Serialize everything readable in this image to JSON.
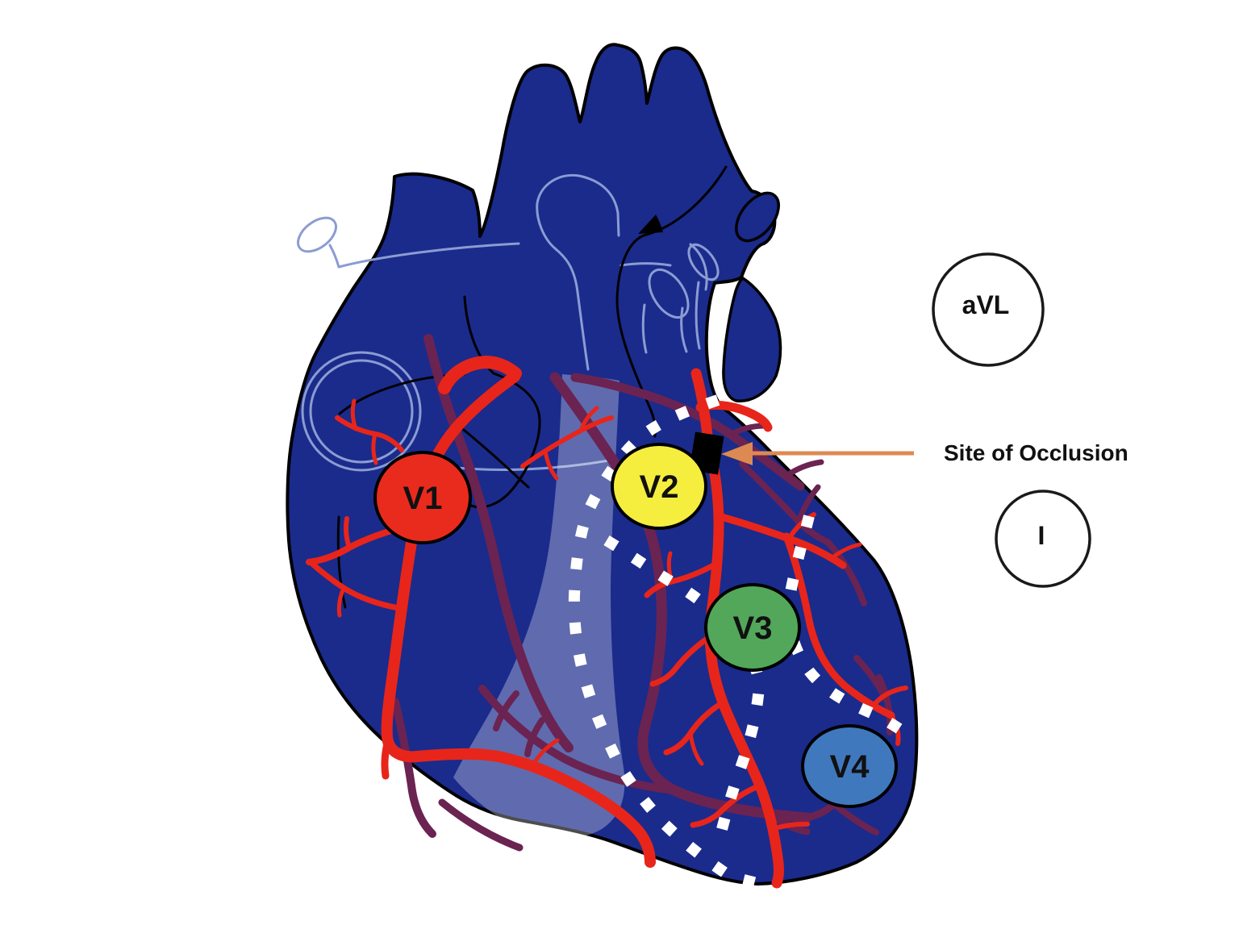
{
  "leads": {
    "v1": {
      "label": "V1",
      "fill": "#e92b1e"
    },
    "v2": {
      "label": "V2",
      "fill": "#f6ee3f"
    },
    "v3": {
      "label": "V3",
      "fill": "#53a75b"
    },
    "v4": {
      "label": "V4",
      "fill": "#4078be"
    },
    "avl": {
      "label": "aVL",
      "fill": "#ffffff"
    },
    "lead_i": {
      "label": "I",
      "fill": "#ffffff"
    }
  },
  "annotation": {
    "label": "Site of Occlusion",
    "arrow_color": "#dc8a52"
  },
  "colors": {
    "background": "#ffffff",
    "heart_body": "#1a2b8c",
    "outline": "#000000",
    "coronary_artery": "#e8251a",
    "cardiac_vein": "#6b2352",
    "light_outline": "#8c9cd2",
    "territory_border": "#ffffff",
    "occlusion": "#000000",
    "label_text": "#111111"
  }
}
